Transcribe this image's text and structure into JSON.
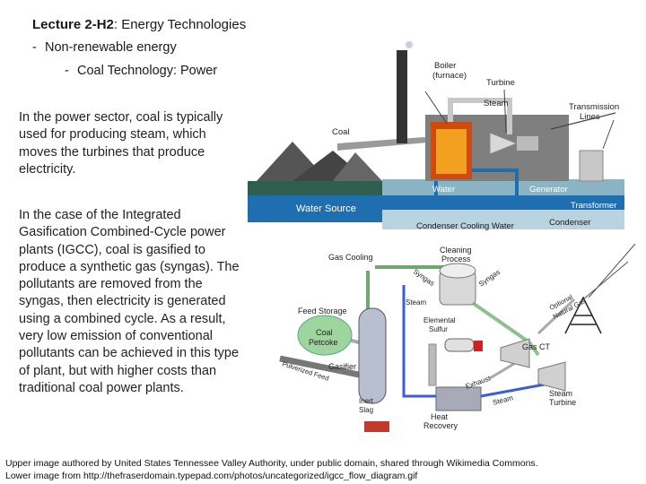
{
  "slide": {
    "title_prefix": "Lecture 2-H2",
    "title_rest": ": Energy Technologies",
    "bullet1": "Non-renewable energy",
    "bullet2": "Coal Technology: Power",
    "dash": "-",
    "paragraph1": "In the power sector, coal is typically used for producing steam, which moves the turbines that produce electricity.",
    "paragraph2": "In the case of the Integrated Gasification Combined-Cycle power plants (IGCC), coal is gasified to produce a synthetic gas (syngas). The pollutants are removed from the syngas, then electricity is generated using a combined cycle. As a result, very low emission of conventional pollutants can be achieved in this type of plant, but with higher costs than traditional coal power plants.",
    "credit1": "Upper image authored by United States Tennessee Valley Authority, under public domain, shared through Wikimedia Commons.",
    "credit2": "Lower image from http://thefraserdomain.typepad.com/photos/uncategorized/igcc_flow_diagram.gif"
  },
  "upper_diagram": {
    "boiler": "Boiler",
    "furnace": "(furnace)",
    "turbine": "Turbine",
    "steam": "Steam",
    "transmission": "Transmission",
    "lines": "Lines",
    "coal": "Coal",
    "water": "Water",
    "generator": "Generator",
    "transformer": "Transformer",
    "water_source": "Water Source",
    "condenser_cooling": "Condenser Cooling Water",
    "condenser": "Condenser"
  },
  "lower_diagram": {
    "gas_cooling": "Gas Cooling",
    "cleaning1": "Cleaning",
    "cleaning2": "Process",
    "syngas1": "Syngas",
    "syngas2": "Syngas",
    "steam1": "Steam",
    "feed_storage": "Feed Storage",
    "coal": "Coal",
    "petcoke": "Petcoke",
    "elemental1": "Elemental",
    "elemental2": "Sulfur",
    "optional1": "Optional",
    "optional2": "Natural Gas",
    "gas_ct": "Gas CT",
    "gasifier": "Gasifier",
    "pulverized": "Pulverized Feed",
    "exhaust": "Exhaust",
    "steam_turbine1": "Steam",
    "steam_turbine2": "Turbine",
    "inert1": "Inert",
    "inert2": "Slag",
    "steam2": "Steam",
    "heat1": "Heat",
    "heat2": "Recovery"
  }
}
